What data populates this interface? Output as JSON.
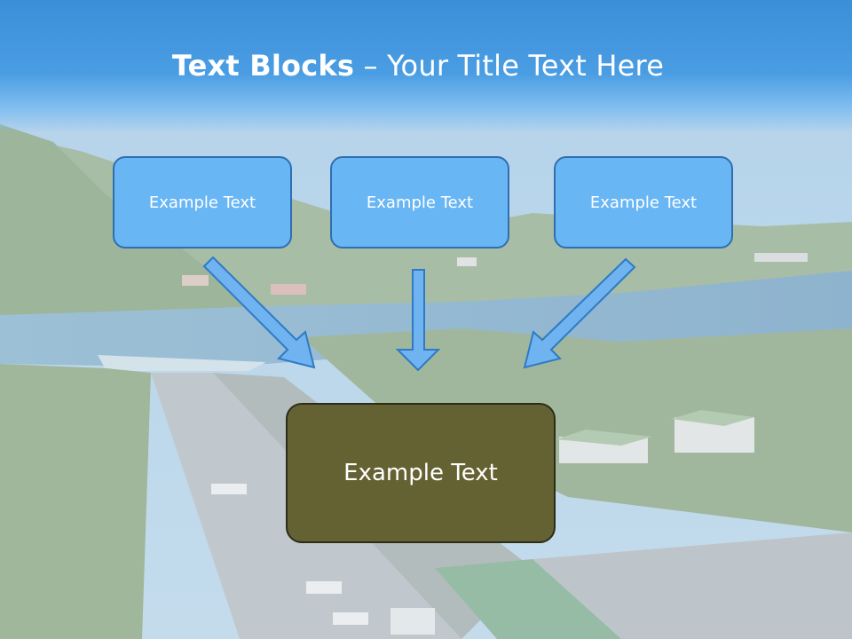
{
  "slide": {
    "title_bold": "Text Blocks",
    "title_separator": " – ",
    "title_rest": "Your Title Text Here",
    "top_boxes": [
      "Example Text",
      "Example Text",
      "Example Text"
    ],
    "bottom_box": "Example Text"
  },
  "colors": {
    "header_blue": "#3a8fd8",
    "box_blue": "#69b6f5",
    "box_blue_border": "#2f6fb0",
    "box_olive": "#646232",
    "arrow_fill": "#6fb3f0"
  }
}
